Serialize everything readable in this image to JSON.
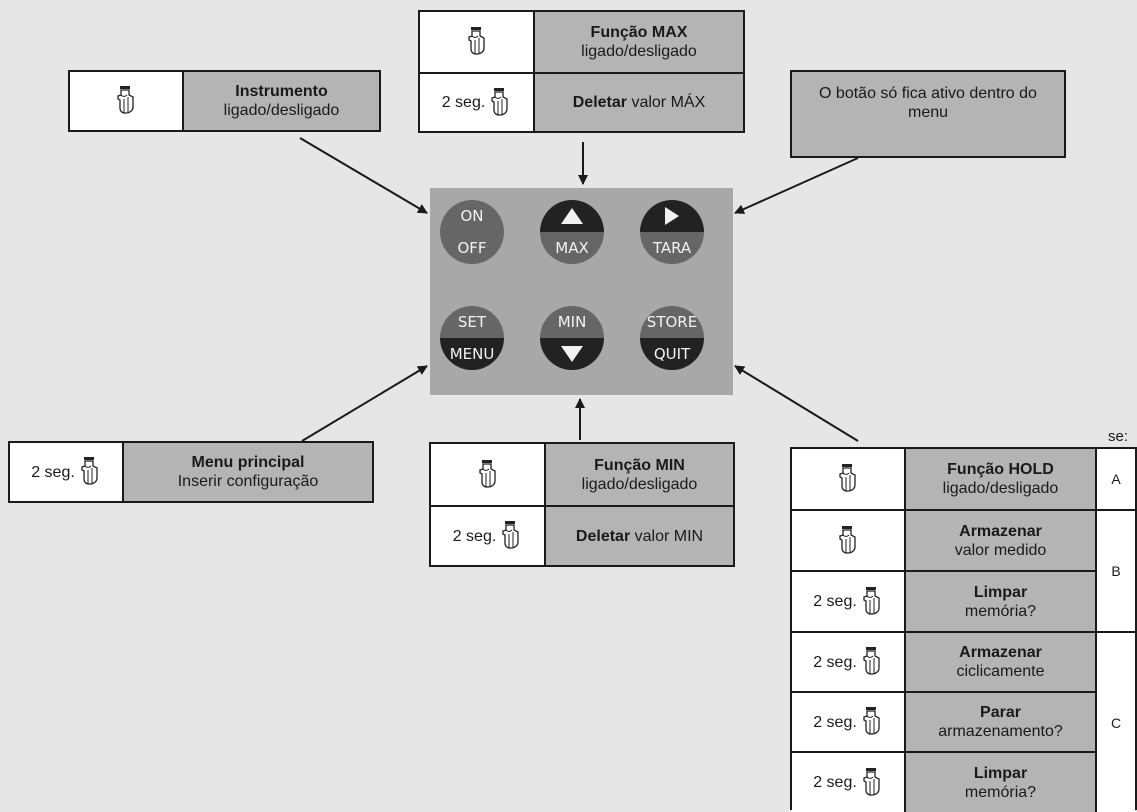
{
  "colors": {
    "background": "#e6e6e7",
    "panel": "#a8a8a8",
    "label_fill": "#b4b4b4",
    "button_dark": "#222222",
    "button_mid": "#666666"
  },
  "icons": {
    "press": "pointing-hand-icon"
  },
  "instrument": {
    "bold": "Instrumento",
    "text": "ligado/desligado"
  },
  "max_box": {
    "row1": {
      "bold": "Função MAX",
      "text": "ligado/desligado"
    },
    "row2": {
      "hold": "2 seg.",
      "bold": "Deletar",
      "text": " valor MÁX"
    }
  },
  "note": {
    "text": "O botão só fica ativo dentro do menu"
  },
  "menu_box": {
    "hold": "2 seg.",
    "bold": "Menu principal",
    "text": "Inserir configuração"
  },
  "min_box": {
    "row1": {
      "bold": "Função MIN",
      "text": "ligado/desligado"
    },
    "row2": {
      "hold": "2 seg.",
      "bold": "Deletar",
      "text": " valor MIN"
    }
  },
  "buttons": {
    "onoff": {
      "top": "ON",
      "bottom": "OFF"
    },
    "max": {
      "bottom": "MAX"
    },
    "tara": {
      "bottom": "TARA"
    },
    "setmenu": {
      "top": "SET",
      "bottom": "MENU"
    },
    "min": {
      "top": "MIN"
    },
    "store": {
      "top": "STORE",
      "bottom": "QUIT"
    }
  },
  "store_box": {
    "se": "se:",
    "rows": [
      {
        "hold": "",
        "bold": "Função HOLD",
        "text": "ligado/desligado"
      },
      {
        "hold": "",
        "bold": "Armazenar",
        "text": "valor medido"
      },
      {
        "hold": "2 seg.",
        "bold": "Limpar",
        "text": "memória?"
      },
      {
        "hold": "2 seg.",
        "bold": "Armazenar",
        "text": "ciclicamente"
      },
      {
        "hold": "2 seg.",
        "bold": "Parar",
        "text": "armazenamento?"
      },
      {
        "hold": "2 seg.",
        "bold": "Limpar",
        "text": "memória?"
      }
    ],
    "groups": [
      "A",
      "B",
      "C"
    ]
  }
}
